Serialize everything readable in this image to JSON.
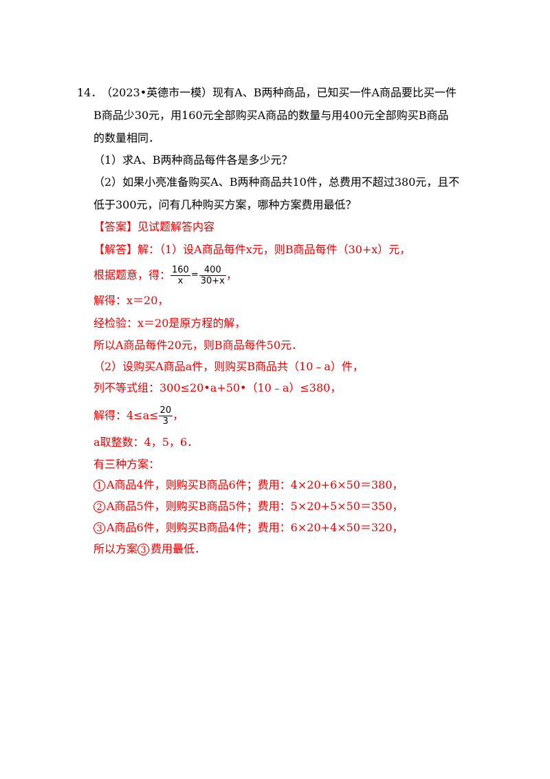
{
  "question": {
    "number": "14．",
    "line1": "（2023•英德市一模）现有A、B两种商品，已知买一件A商品要比买一件",
    "line2": "B商品少30元，用160元全部购买A商品的数量与用400元全部购买B商品",
    "line3": "的数量相同．",
    "part1": "（1）求A、B两种商品每件各是多少元？",
    "part2_line1": "（2）如果小亮准备购买A、B两种商品共10件，总费用不超过380元，且不",
    "part2_line2": "低于300元，问有几种购买方案，哪种方案费用最低？"
  },
  "answer": {
    "label": "【答案】见试题解答内容",
    "solution_intro": "【解答】解：（1）设A商品每件x元，则B商品每件（30+x）元，",
    "eq_prefix": "根据题意，得：",
    "frac1_num": "160",
    "frac1_den": "x",
    "eq_sign": "=",
    "frac2_num": "400",
    "frac2_den": "30+x",
    "eq_suffix": "，",
    "solve1": "解得：x＝20，",
    "check": "经检验：x＝20是原方程的解，",
    "conclusion1": "所以A商品每件20元，则B商品每件50元．",
    "part2_setup": "（2）设购买A商品a件，则购买B商品共（10﹣a）件，",
    "inequality": "列不等式组：300≤20•a+50•（10﹣a）≤380，",
    "solve2_prefix": "解得：4≤a≤",
    "frac3_num": "20",
    "frac3_den": "3",
    "solve2_suffix": "，",
    "integers": "a取整数：4，5，6．",
    "three_plans": "有三种方案：",
    "plans": [
      {
        "mark": "1",
        "text": "A商品4件，则购买B商品6件；费用：4×20+6×50＝380，"
      },
      {
        "mark": "2",
        "text": "A商品5件，则购买B商品5件；费用：5×20+5×50＝350，"
      },
      {
        "mark": "3",
        "text": "A商品6件，则购买B商品4件；费用：6×20+4×50＝320，"
      }
    ],
    "final_prefix": "所以方案",
    "final_mark": "3",
    "final_suffix": "费用最低．"
  }
}
